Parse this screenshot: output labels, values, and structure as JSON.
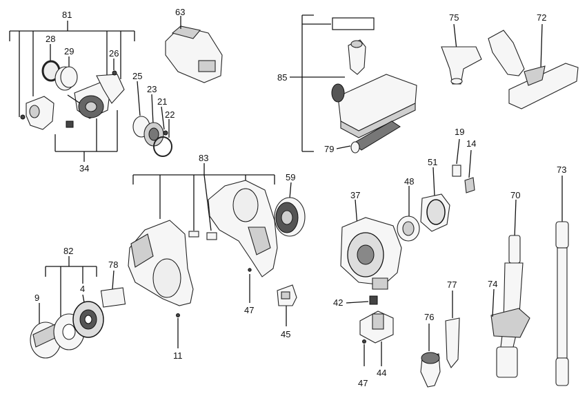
{
  "labels": {
    "l81": "81",
    "l28": "28",
    "l29": "29",
    "l26": "26",
    "l34": "34",
    "l63": "63",
    "l25": "25",
    "l23": "23",
    "l21": "21",
    "l22": "22",
    "l85": "85",
    "l79": "79",
    "l75": "75",
    "l72": "72",
    "l19": "19",
    "l14": "14",
    "l73": "73",
    "l51": "51",
    "l48": "48",
    "l37": "37",
    "l70": "70",
    "l83": "83",
    "l59": "59",
    "l82": "82",
    "l78": "78",
    "l4": "4",
    "l9": "9",
    "l11": "11",
    "l47a": "47",
    "l45": "45",
    "l42": "42",
    "l44": "44",
    "l47b": "47",
    "l76": "76",
    "l77": "77",
    "l74": "74"
  }
}
